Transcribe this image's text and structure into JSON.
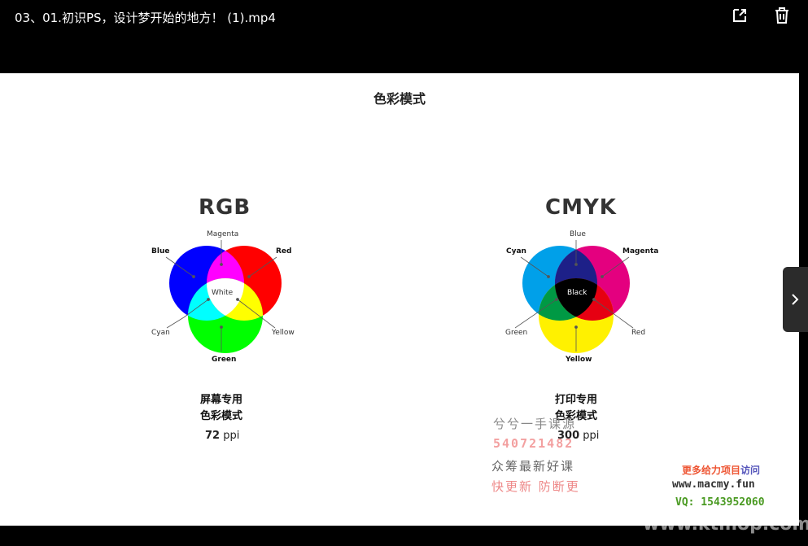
{
  "window": {
    "title": "03、01.初识PS，设计梦开始的地方！ (1).mp4",
    "icons": [
      "open-external-icon",
      "trash-icon",
      "chevron-right-icon"
    ]
  },
  "slide": {
    "title": "色彩模式",
    "rgb": {
      "heading": "RGB",
      "labels": {
        "magenta": "Magenta",
        "blue": "Blue",
        "red": "Red",
        "white": "White",
        "cyan": "Cyan",
        "yellow": "Yellow",
        "green": "Green"
      },
      "caption_line1": "屏幕专用",
      "caption_line2": "色彩模式",
      "ppi_value": "72",
      "ppi_unit": " ppi"
    },
    "cmyk": {
      "heading": "CMYK",
      "labels": {
        "blue": "Blue",
        "cyan": "Cyan",
        "magenta": "Magenta",
        "black": "Black",
        "green": "Green",
        "red": "Red",
        "yellow": "Yellow"
      },
      "caption_line1": "打印专用",
      "caption_line2": "色彩模式",
      "ppi_value": "300",
      "ppi_unit": " ppi"
    },
    "watermark": {
      "line1": "兮兮一手课源",
      "line2": "540721482",
      "line3": "众筹最新好课",
      "line4": "快更新 防断更"
    },
    "promo": {
      "line1": "更多给力项目",
      "line1_suffix": "访问",
      "line2": "www.macmy.fun",
      "line3": "VQ: 1543952060"
    }
  },
  "footer": {
    "site": "www.ktmop.com"
  },
  "colors": {
    "rgb_red": "#ff0000",
    "rgb_green": "#00ff00",
    "rgb_blue": "#0000ff",
    "cmyk_cyan": "#00a0e9",
    "cmyk_magenta": "#e4007f",
    "cmyk_yellow": "#fff100"
  }
}
